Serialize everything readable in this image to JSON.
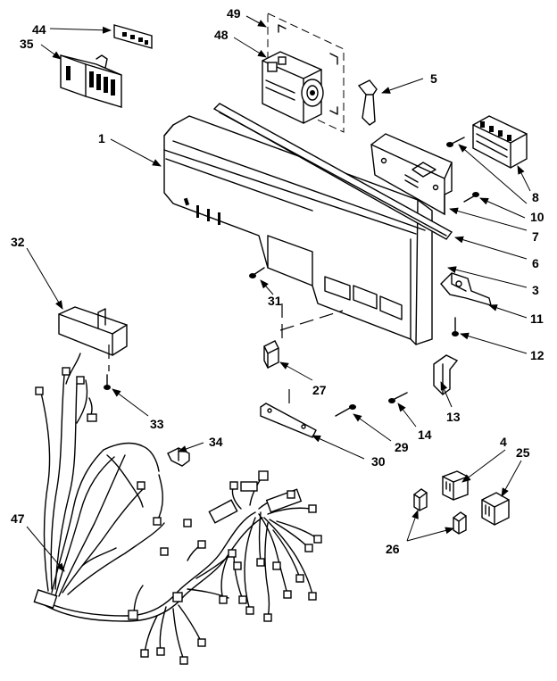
{
  "callouts": [
    "1",
    "3",
    "4",
    "5",
    "6",
    "7",
    "8",
    "10",
    "11",
    "12",
    "13",
    "14",
    "25",
    "26",
    "27",
    "29",
    "30",
    "31",
    "32",
    "33",
    "34",
    "35",
    "44",
    "47",
    "48",
    "49"
  ]
}
